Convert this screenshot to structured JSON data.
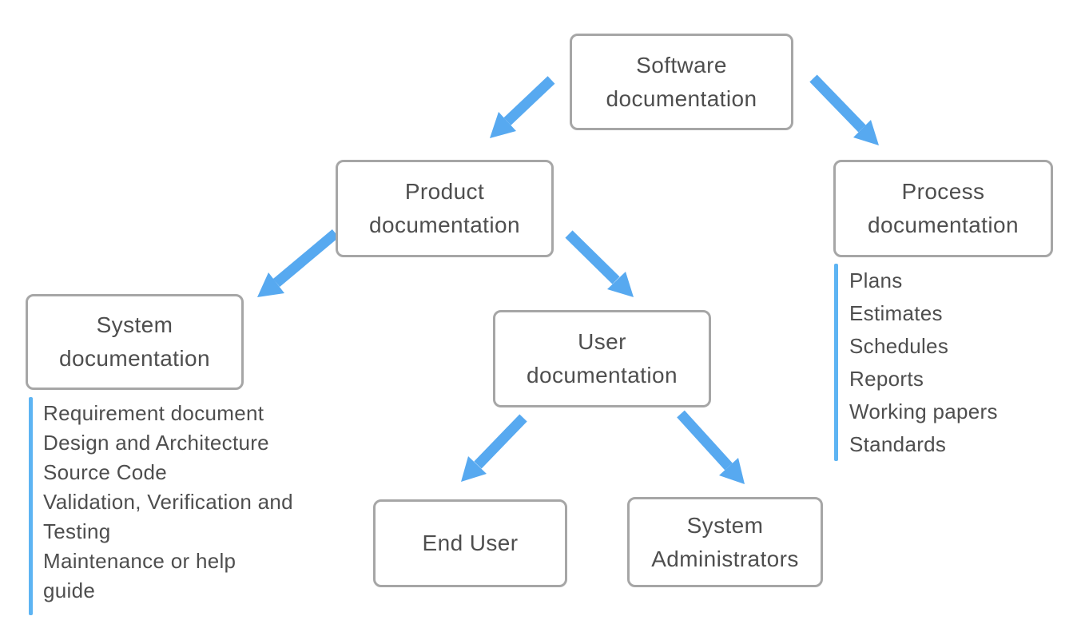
{
  "title": "Software documentation diagram",
  "colors": {
    "background": "#ffffff",
    "box_border": "#a6a6a6",
    "text": "#4e4e4e",
    "arrow_blue": "#57a9f0",
    "line_blue": "#5db4f3"
  },
  "nodes": {
    "software": {
      "label": "Software\ndocumentation"
    },
    "product": {
      "label": "Product\ndocumentation"
    },
    "process": {
      "label": "Process\ndocumentation"
    },
    "system": {
      "label": "System\ndocumentation"
    },
    "user": {
      "label": "User\ndocumentation"
    },
    "end_user": {
      "label": "End User"
    },
    "system_admins": {
      "label": "System\nAdministrators"
    }
  },
  "system_list": {
    "items": [
      "Requirement document",
      "Design and Architecture",
      "Source Code",
      "Validation, Verification and\nTesting",
      "Maintenance or help\nguide"
    ]
  },
  "process_list": {
    "items": [
      "Plans",
      "Estimates",
      "Schedules",
      "Reports",
      "Working papers",
      "Standards"
    ]
  }
}
